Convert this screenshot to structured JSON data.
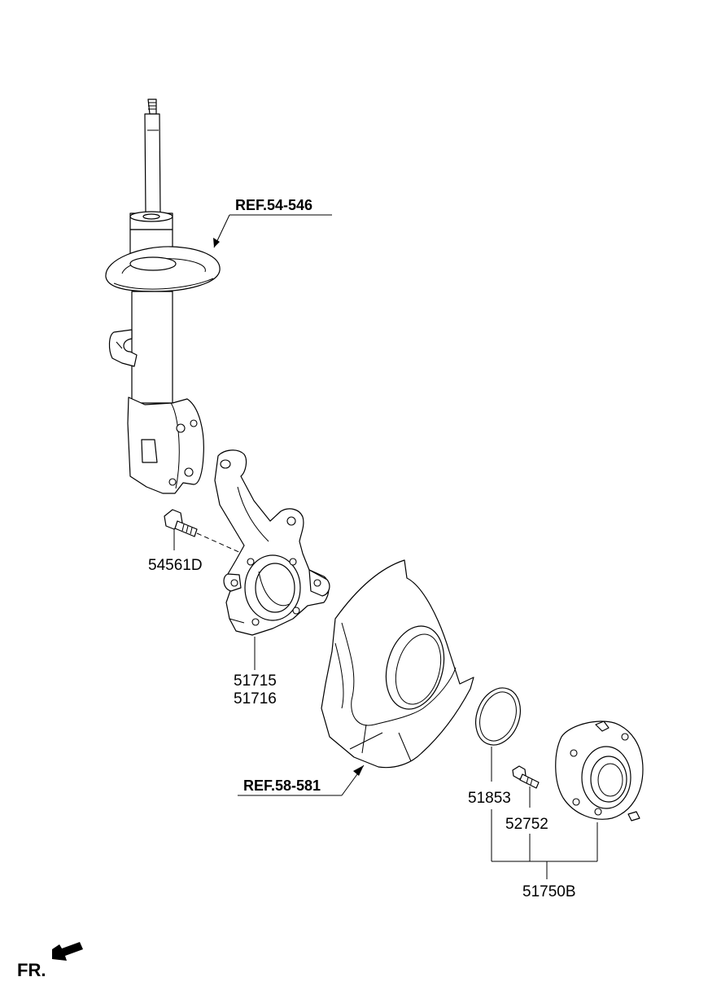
{
  "labels": {
    "ref_strut": "REF.54-546",
    "ref_shield": "REF.58-581",
    "bolt": "54561D",
    "knuckle_left": "51715",
    "knuckle_right": "51716",
    "snap_ring": "51853",
    "hub_bolt": "52752",
    "hub_assembly": "51750B",
    "front_indicator": "FR."
  }
}
